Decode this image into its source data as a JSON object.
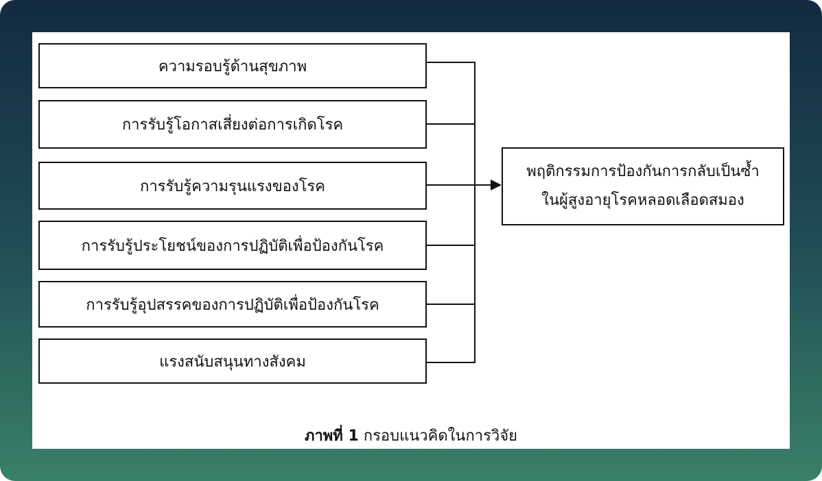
{
  "factors": [
    "ความรอบรู้ด้านสุขภาพ",
    "การรับรู้โอกาสเสี่ยงต่อการเกิดโรค",
    "การรับรู้ความรุนแรงของโรค",
    "การรับรู้ประโยชน์ของการปฏิบัติเพื่อป้องกันโรค",
    "การรับรู้อุปสรรคของการปฏิบัติเพื่อป้องกันโรค",
    "แรงสนับสนุนทางสังคม"
  ],
  "outcome": {
    "line1": "พฤติกรรมการป้องกันการกลับเป็นซ้ำ",
    "line2": "ในผู้สูงอายุโรคหลอดเลือดสมอง"
  },
  "caption": {
    "label": "ภาพที่ 1",
    "text": "กรอบแนวคิดในการวิจัย"
  }
}
